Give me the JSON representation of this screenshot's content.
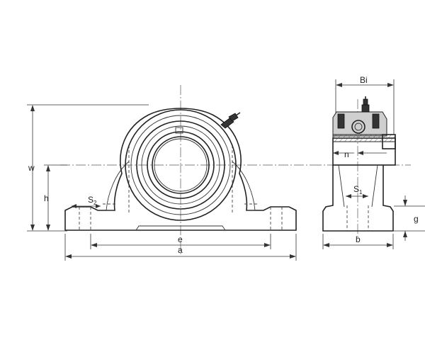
{
  "labels": {
    "w": "w",
    "h": "h",
    "s2_main": "S",
    "s2_sub": "2",
    "e": "e",
    "a": "a",
    "bi": "Bi",
    "n": "n",
    "s1_main": "S",
    "s1_sub": "1",
    "g": "g",
    "b": "b"
  }
}
